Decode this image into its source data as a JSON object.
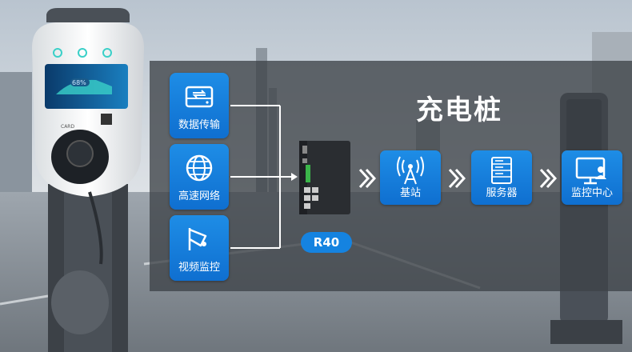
{
  "title": "充电桩",
  "inputs": [
    {
      "label": "数据传输",
      "icon": "data-transfer-icon"
    },
    {
      "label": "高速网络",
      "icon": "globe-icon"
    },
    {
      "label": "视频监控",
      "icon": "camera-icon"
    }
  ],
  "router": {
    "label": "R40",
    "icon": "router-device-icon"
  },
  "flow": [
    {
      "label": "基站",
      "icon": "base-station-icon"
    },
    {
      "label": "服务器",
      "icon": "server-icon"
    },
    {
      "label": "监控中心",
      "icon": "monitor-user-icon"
    }
  ],
  "charger": {
    "screen_percent": "68%",
    "card_label": "CARD"
  },
  "colors": {
    "tile_blue": "#1583e0",
    "overlay": "#3e4248",
    "accent_teal": "#3ad0c8"
  }
}
